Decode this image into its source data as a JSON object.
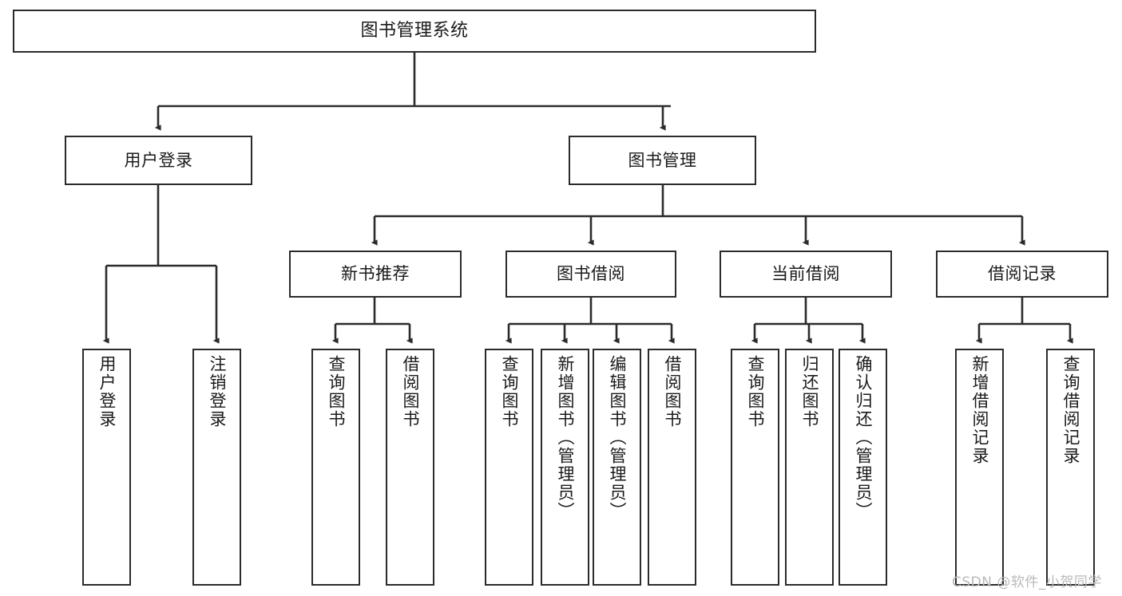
{
  "diagram": {
    "title": "图书管理系统",
    "type": "tree-hierarchy-chart",
    "watermark": "CSDN @软件_小贺同学",
    "colors": {
      "box_border": "#2b2b2b",
      "box_fill": "#ffffff",
      "edge": "#2b2b2b",
      "text": "#1a1a1a",
      "watermark": "#b9b9b9",
      "background": "#ffffff"
    },
    "nodes": {
      "root": {
        "label": "图书管理系统"
      },
      "level1": [
        {
          "label": "用户登录"
        },
        {
          "label": "图书管理"
        }
      ],
      "level2": [
        {
          "label": "新书推荐"
        },
        {
          "label": "图书借阅"
        },
        {
          "label": "当前借阅"
        },
        {
          "label": "借阅记录"
        }
      ],
      "leaves": {
        "user_login": [
          {
            "label": "用户登录"
          },
          {
            "label": "注销登录"
          }
        ],
        "new_book_recommend": [
          {
            "label": "查询图书"
          },
          {
            "label": "借阅图书"
          }
        ],
        "book_borrow": [
          {
            "label": "查询图书"
          },
          {
            "label": "新增图书（管理员）"
          },
          {
            "label": "编辑图书（管理员）"
          },
          {
            "label": "借阅图书"
          }
        ],
        "current_borrow": [
          {
            "label": "查询图书"
          },
          {
            "label": "归还图书"
          },
          {
            "label": "确认归还（管理员）"
          }
        ],
        "borrow_record": [
          {
            "label": "新增借阅记录"
          },
          {
            "label": "查询借阅记录"
          }
        ]
      }
    }
  }
}
